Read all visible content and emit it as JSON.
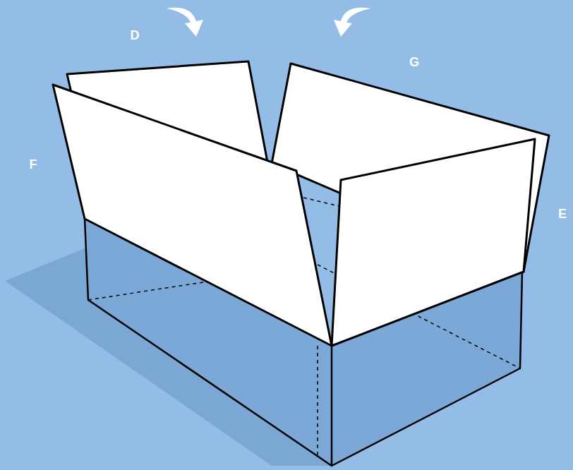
{
  "diagram": {
    "labels": [
      "D",
      "F",
      "G",
      "E"
    ]
  }
}
